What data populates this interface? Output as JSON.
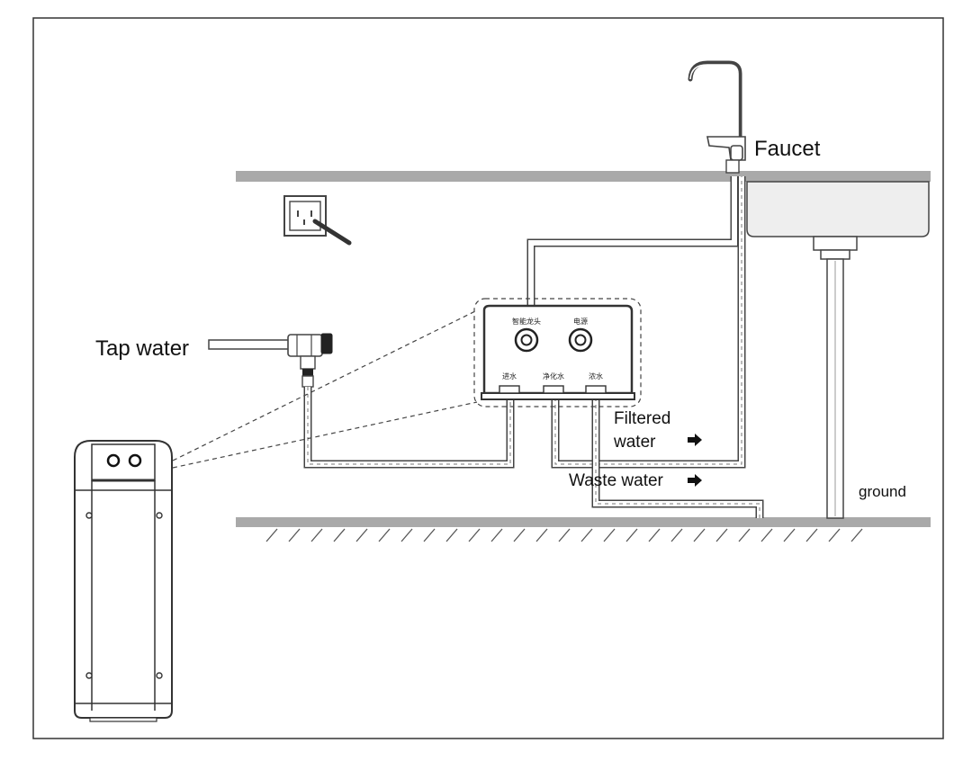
{
  "labels": {
    "faucet": "Faucet",
    "tap_water": "Tap water",
    "filtered_water_line1": "Filtered",
    "filtered_water_line2": "water",
    "waste_water": "Waste water",
    "ground": "ground"
  },
  "panel_labels": {
    "smart_faucet": "智能龙头",
    "power": "电源",
    "inlet": "进水",
    "purified_water": "净化水",
    "concentrate": "浓水"
  },
  "colors": {
    "frame": "#333333",
    "counter": "#a9a9a9",
    "line": "#444444",
    "sink_fill": "#eeeeee"
  }
}
